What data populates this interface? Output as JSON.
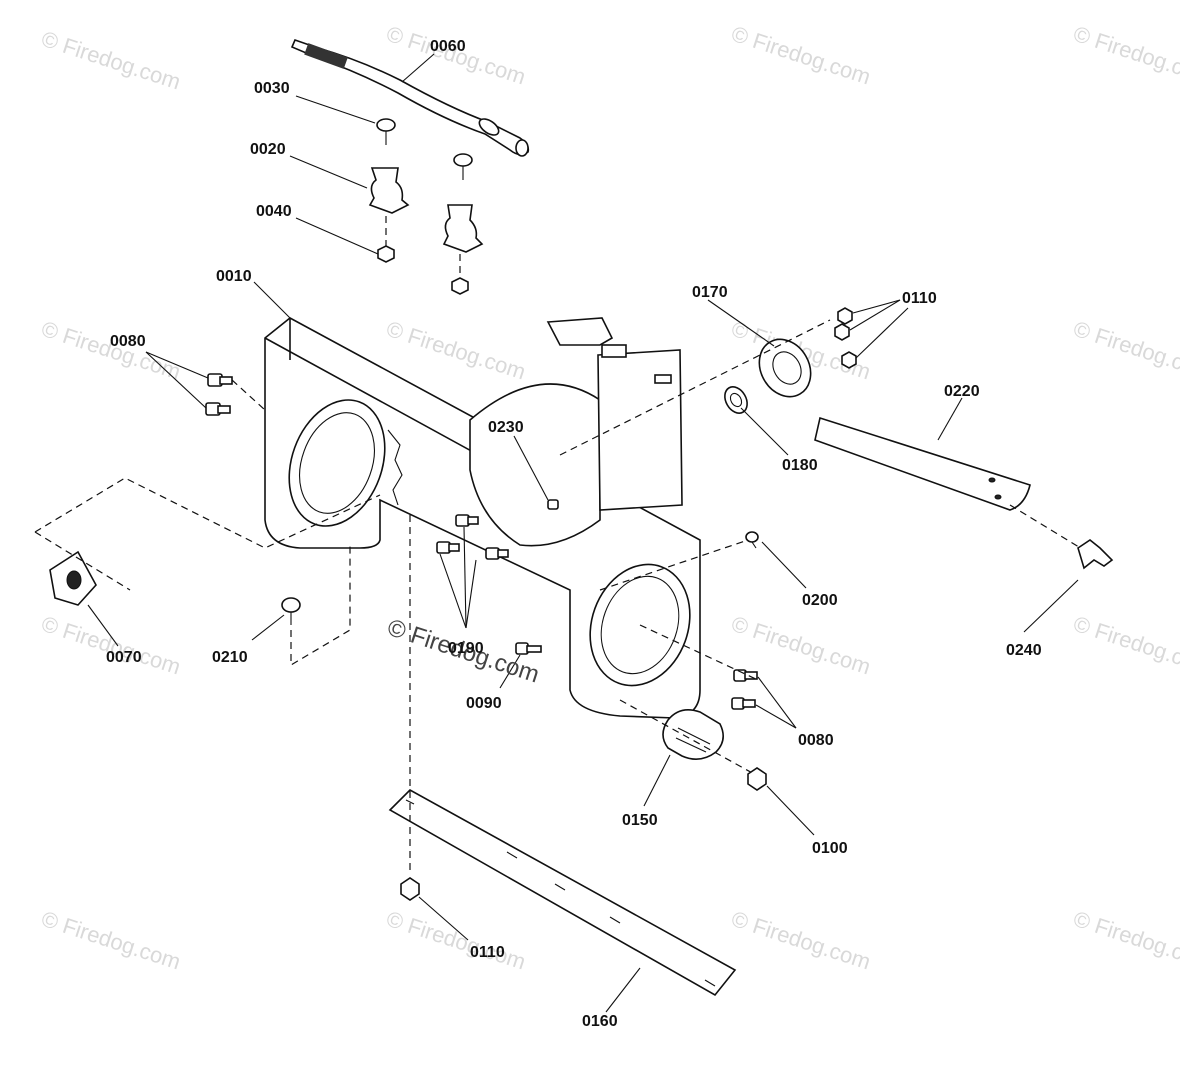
{
  "watermark": {
    "text": "© Firedog.com",
    "center_text": "© Firedog.com"
  },
  "labels": {
    "p0010": "0010",
    "p0020": "0020",
    "p0030": "0030",
    "p0040": "0040",
    "p0060": "0060",
    "p0070": "0070",
    "p0080_left": "0080",
    "p0080_right": "0080",
    "p0090": "0090",
    "p0100": "0100",
    "p0110_top": "0110",
    "p0110_bottom": "0110",
    "p0150": "0150",
    "p0160": "0160",
    "p0170": "0170",
    "p0180": "0180",
    "p0190": "0190",
    "p0200": "0200",
    "p0210": "0210",
    "p0220": "0220",
    "p0230": "0230",
    "p0240": "0240"
  },
  "colors": {
    "line": "#111111",
    "watermark": "#d9d9d9",
    "background": "#ffffff"
  }
}
